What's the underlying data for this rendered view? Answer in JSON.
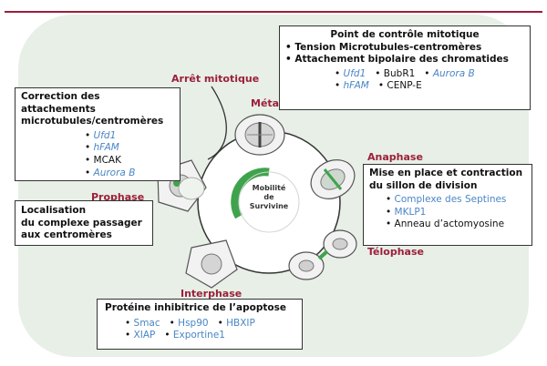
{
  "colors": {
    "accent": "#9c1f3a",
    "protein_blue": "#4a86c5",
    "survivin_green": "#3fa34d",
    "background_tint": "#e7efe7"
  },
  "stages": {
    "arret": "Arrêt mitotique",
    "metaphase": "Métaphase",
    "anaphase": "Anaphase",
    "telophase": "Télophase",
    "prophase": "Prophase",
    "interphase": "Interphase"
  },
  "center": {
    "line1": "Mobilité",
    "line2": "de",
    "line3": "Survivine"
  },
  "boxes": {
    "checkpoint": {
      "title": "Point de contrôle mitotique",
      "line1": "Tension Microtubules-centromères",
      "line2": "Attachement bipolaire des chromatides",
      "items": [
        "Ufd1",
        "BubR1",
        "Aurora B",
        "hFAM",
        "CENP-E"
      ]
    },
    "correction": {
      "title1": "Correction des attachements",
      "title2": "microtubules/centromères",
      "items": [
        "Ufd1",
        "hFAM",
        "MCAK",
        "Aurora B"
      ]
    },
    "localisation": {
      "line1": "Localisation",
      "line2": "du complexe passager",
      "line3": "aux centromères"
    },
    "division": {
      "title1": "Mise en place et contraction",
      "title2": "du sillon de division",
      "items": [
        "Complexe des Septines",
        "MKLP1",
        "Anneau d’actomyosine"
      ]
    },
    "apoptose": {
      "title": "Protéine inhibitrice de l’apoptose",
      "items": [
        "Smac",
        "Hsp90",
        "HBXIP",
        "XIAP",
        "Exportine1"
      ]
    }
  }
}
